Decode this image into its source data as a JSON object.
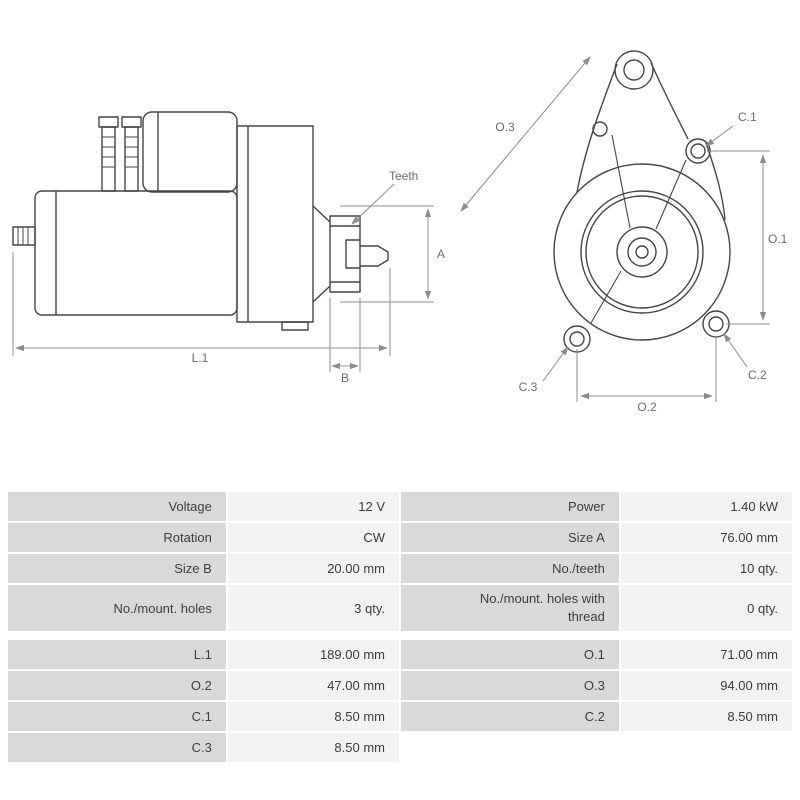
{
  "colors": {
    "label-cell-bg": "#d9d9d9",
    "value-cell-bg": "#f2f2f2",
    "table-text": "#3c3c3c",
    "line-color": "#454545",
    "dim-color": "#8c8c8c"
  },
  "drawing": {
    "side": {
      "teeth": "Teeth",
      "a": "A",
      "l1": "L.1",
      "b": "B"
    },
    "front": {
      "o3": "O.3",
      "c1": "C.1",
      "o1": "O.1",
      "c3": "C.3",
      "o2": "O.2",
      "c2": "C.2"
    }
  },
  "table": {
    "groups": [
      {
        "rows": [
          [
            "Voltage",
            "12 V",
            "Power",
            "1.40 kW"
          ],
          [
            "Rotation",
            "CW",
            "Size A",
            "76.00 mm"
          ],
          [
            "Size B",
            "20.00 mm",
            "No./teeth",
            "10 qty."
          ],
          [
            "No./mount. holes",
            "3 qty.",
            "No./mount. holes with thread",
            "0 qty."
          ]
        ]
      },
      {
        "rows": [
          [
            "L.1",
            "189.00 mm",
            "O.1",
            "71.00 mm"
          ],
          [
            "O.2",
            "47.00 mm",
            "O.3",
            "94.00 mm"
          ],
          [
            "C.1",
            "8.50 mm",
            "C.2",
            "8.50 mm"
          ],
          [
            "C.3",
            "8.50 mm",
            "",
            ""
          ]
        ]
      }
    ]
  }
}
